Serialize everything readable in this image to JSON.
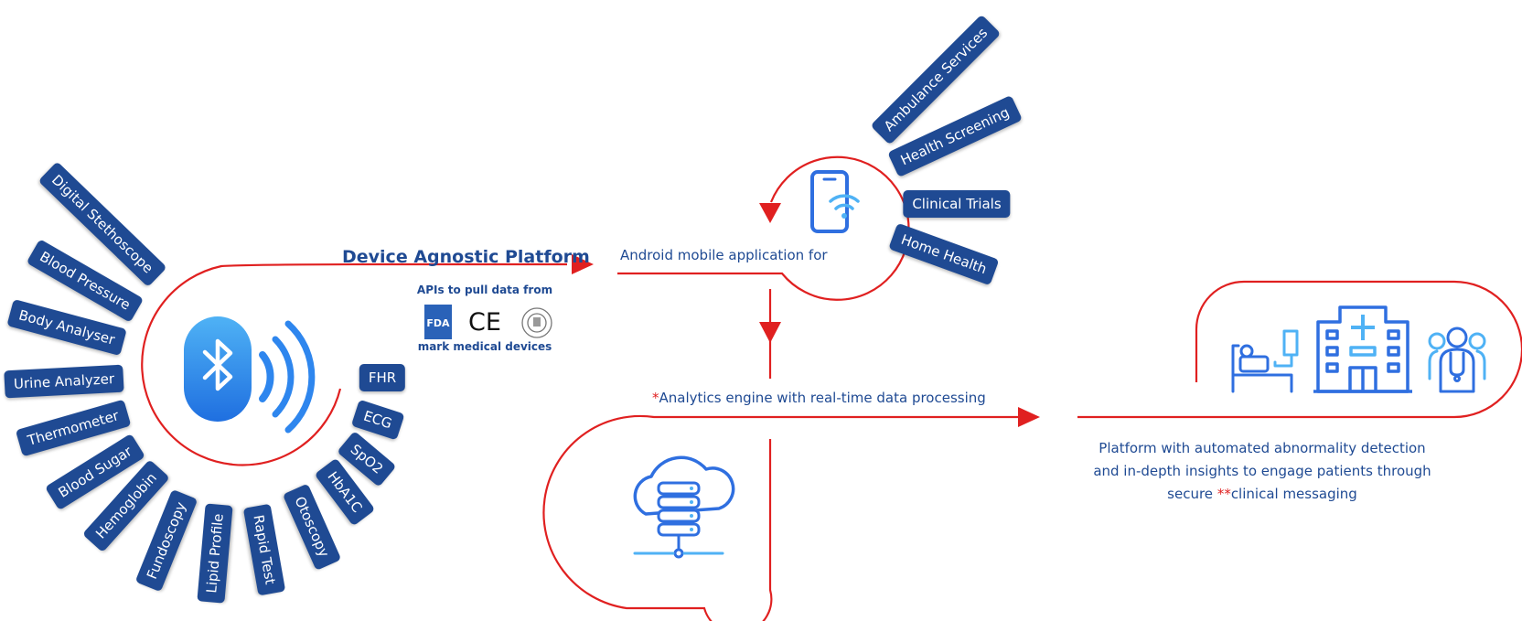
{
  "devices": [
    "Digital Stethoscope",
    "Blood Pressure",
    "Body Analyser",
    "Urine Analyzer",
    "Thermometer",
    "Blood Sugar",
    "Hemoglobin",
    "Fundoscopy",
    "Lipid Profile",
    "Rapid Test",
    "Otoscopy",
    "HbA1C",
    "SpO2",
    "ECG",
    "FHR"
  ],
  "platform": {
    "title": "Device Agnostic Platform",
    "apis": "APIs to pull data from",
    "logos": [
      "FDA",
      "CE",
      "emblem"
    ],
    "fda_label": "FDA",
    "ce_label": "CE",
    "mark": "mark medical devices"
  },
  "android": {
    "label": "Android mobile application for"
  },
  "uses": [
    "Ambulance Services",
    "Health Screening",
    "Clinical Trials",
    "Home Health"
  ],
  "analytics": {
    "marker": "*",
    "label": "Analytics engine with real-time data processing"
  },
  "outcome": {
    "line1": "Platform with automated abnormality detection",
    "line2": "and in-depth insights to engage patients through",
    "line3_prefix": "secure ",
    "marker": "**",
    "line3_suffix": "clinical messaging"
  },
  "colors": {
    "accent": "#e02020",
    "navy": "#1f4a93",
    "blue": "#2f6fe0",
    "bluetooth": "#2e86ee"
  },
  "icons": [
    "bluetooth-icon",
    "signal-waves-icon",
    "smartphone-wifi-icon",
    "cloud-server-icon",
    "patient-bed-icon",
    "hospital-icon",
    "doctor-icon"
  ]
}
